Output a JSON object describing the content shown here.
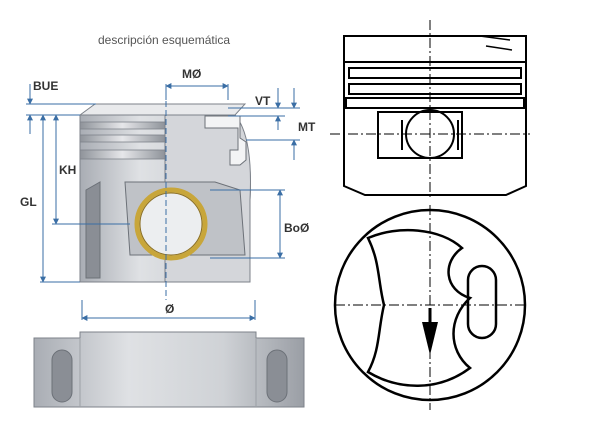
{
  "caption": "descripción esquemática",
  "labels": {
    "bue": "BUE",
    "mo": "MØ",
    "vt": "VT",
    "mt": "MT",
    "kh": "KH",
    "gl": "GL",
    "bo": "BoØ",
    "diameter": "Ø"
  },
  "colors": {
    "dimension_line": "#3a6ea5",
    "pin_ring": "#c8a63a",
    "piston_body": "#c9ccd1",
    "outline": "#000000"
  }
}
